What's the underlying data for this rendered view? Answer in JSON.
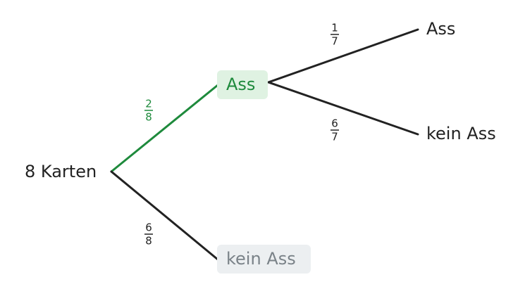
{
  "colors": {
    "line": "#222222",
    "highlight": "#1e8a3c",
    "highlight_bg": "#dff2e2",
    "muted_text": "#7a8288",
    "muted_bg": "#eceff1",
    "text": "#222222"
  },
  "root": {
    "label": "8 Karten"
  },
  "level1": {
    "ass": {
      "label": "Ass",
      "prob_num": "2",
      "prob_den": "8"
    },
    "kein_ass": {
      "label": "kein Ass",
      "prob_num": "6",
      "prob_den": "8"
    }
  },
  "level2": {
    "ass": {
      "label": "Ass",
      "prob_num": "1",
      "prob_den": "7"
    },
    "kein_ass": {
      "label": "kein Ass",
      "prob_num": "6",
      "prob_den": "7"
    }
  }
}
